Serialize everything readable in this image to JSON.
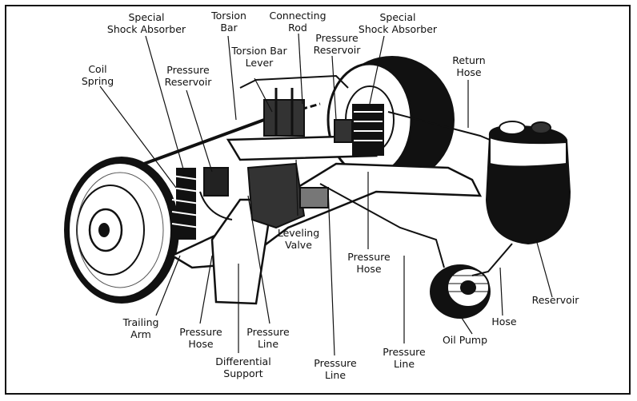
{
  "labels": {
    "special_shock_absorber_left": "Special\nShock Absorber",
    "torsion_bar": "Torsion\nBar",
    "connecting_rod": "Connecting\nRod",
    "special_shock_absorber_right": "Special\nShock Absorber",
    "pressure_reservoir_right": "Pressure\nReservoir",
    "torsion_bar_lever": "Torsion Bar\nLever",
    "coil_spring": "Coil\nSpring",
    "pressure_reservoir_left": "Pressure\nReservoir",
    "return_hose": "Return\nHose",
    "leveling_valve": "Leveling\nValve",
    "pressure_hose_center": "Pressure\nHose",
    "reservoir": "Reservoir",
    "trailing_arm": "Trailing\nArm",
    "pressure_hose_left": "Pressure\nHose",
    "pressure_line_left": "Pressure\nLine",
    "hose": "Hose",
    "oil_pump": "Oil Pump",
    "pressure_line_right": "Pressure\nLine",
    "differential_support": "Differential\nSupport",
    "pressure_line_center": "Pressure\nLine"
  }
}
